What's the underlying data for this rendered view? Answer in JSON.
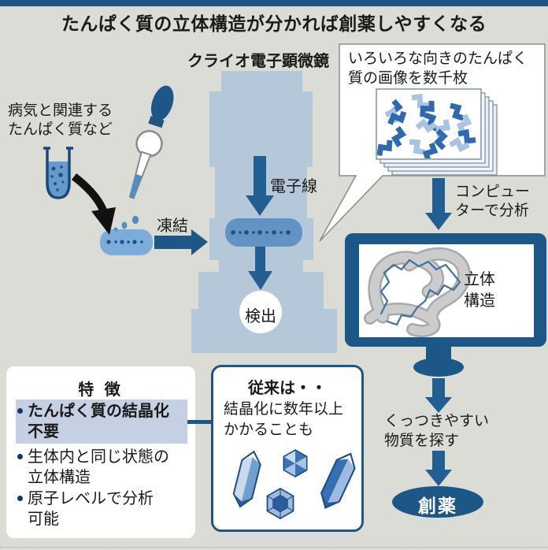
{
  "title": "たんぱく質の立体構造が分かれば創薬しやすくなる",
  "microscope": {
    "label": "クライオ電子顕微鏡",
    "electron_beam_label": "電子線",
    "detect_label": "検出",
    "freeze_label": "凍結"
  },
  "sample": {
    "label": "病気と関連する\nたんぱく質など"
  },
  "images_box": {
    "label": "いろいろな向きのたんぱく\n質の画像を数千枚"
  },
  "analysis": {
    "computer_label": "コンピュー\nターで分析",
    "structure_label": "立体\n 構造",
    "search_label": "くっつきやすい\n物質を探す",
    "drug_label": "創薬"
  },
  "features": {
    "title": "特 徴",
    "items": [
      {
        "label": "たんぱく質の結晶化\n不要",
        "highlighted": true
      },
      {
        "label": "生体内と同じ状態の\n立体構造",
        "highlighted": false
      },
      {
        "label": "原子レベルで分析\n可能",
        "highlighted": false
      }
    ]
  },
  "conventional": {
    "title": "従来は・・",
    "body": "結晶化に数年以上\nかかることも"
  },
  "icons": {
    "microscope": "cryo-electron-microscope",
    "test_tube": "test-tube",
    "dropper": "dropper",
    "monitor": "computer-monitor",
    "protein": "protein-ribbon",
    "crystals": "crystal-shapes"
  },
  "colors": {
    "accent_dark_blue": "#1d5787",
    "arrow_blue": "#235e92",
    "microscope_body": "#b5c8da",
    "highlight": "#c5d0e3",
    "background": "#dcdcd7",
    "sample_blob": "#7cacd9",
    "crystal_blue": "#3570b3"
  }
}
